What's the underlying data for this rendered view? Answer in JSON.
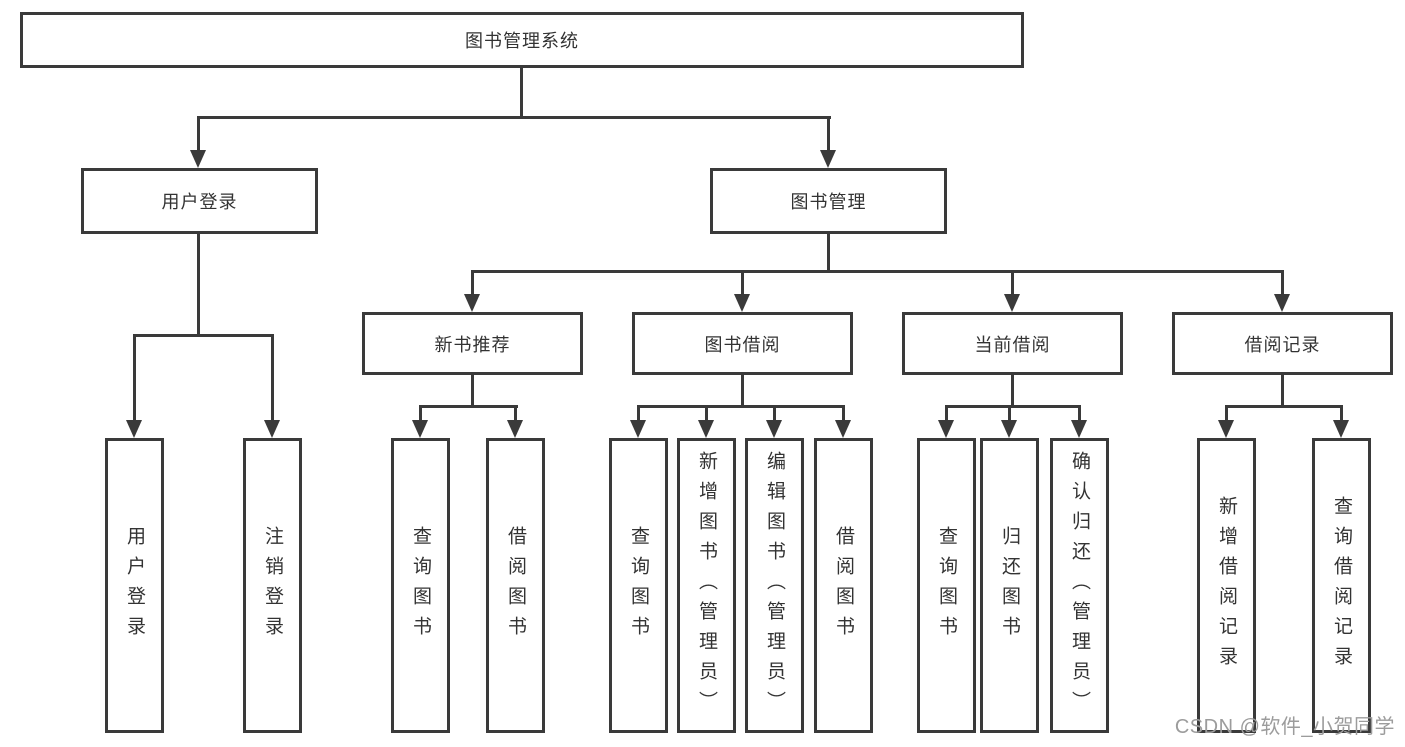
{
  "tree": {
    "root": {
      "label": "图书管理系统",
      "children": [
        {
          "label": "用户登录",
          "children": [
            {
              "label": "用户登录"
            },
            {
              "label": "注销登录"
            }
          ]
        },
        {
          "label": "图书管理",
          "children": [
            {
              "label": "新书推荐",
              "children": [
                {
                  "label": "查询图书"
                },
                {
                  "label": "借阅图书"
                }
              ]
            },
            {
              "label": "图书借阅",
              "children": [
                {
                  "label": "查询图书"
                },
                {
                  "label": "新增图书（管理员）"
                },
                {
                  "label": "编辑图书（管理员）"
                },
                {
                  "label": "借阅图书"
                }
              ]
            },
            {
              "label": "当前借阅",
              "children": [
                {
                  "label": "查询图书"
                },
                {
                  "label": "归还图书"
                },
                {
                  "label": "确认归还（管理员）"
                }
              ]
            },
            {
              "label": "借阅记录",
              "children": [
                {
                  "label": "新增借阅记录"
                },
                {
                  "label": "查询借阅记录"
                }
              ]
            }
          ]
        }
      ]
    }
  },
  "watermark": {
    "text": "CSDN @软件_小贺同学"
  },
  "colors": {
    "line": "#3a3a3a",
    "text": "#333333",
    "watermark": "#9c9c9c",
    "background": "#ffffff"
  }
}
